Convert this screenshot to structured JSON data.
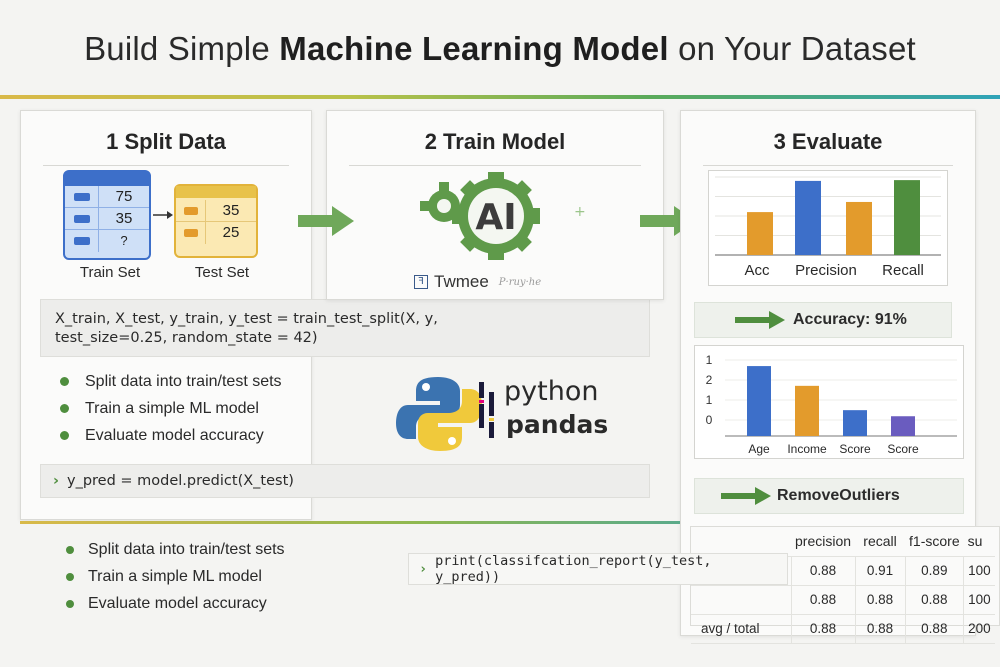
{
  "title": {
    "prefix": "Build Simple ",
    "bold": "Machine Learning Model",
    "suffix": " on Your Dataset"
  },
  "colors": {
    "green": "#4f8e3e",
    "blue": "#3d6fc9",
    "orange": "#e39b2c",
    "yellow": "#e8c24a"
  },
  "split": {
    "heading": "1  Split Data",
    "train_label": "Train Set",
    "test_label": "Test Set",
    "train_values": [
      "75",
      "35",
      "?"
    ],
    "test_values": [
      "35",
      "25"
    ],
    "code_line1": "X_train, X_test, y_train, y_test  =   train_test_split(X, y,",
    "code_line2": "test_size=0.25, random_state = 42)",
    "bullets": [
      "Split data into train/test sets",
      "Train a simple ML model",
      "Evaluate model accuracy"
    ],
    "predict_prompt": "›",
    "predict_code": "y_pred = model.predict(X_test)"
  },
  "train": {
    "heading": "2  Train Model",
    "ai_text": "AI",
    "brand": "Twmee",
    "brand_icon": "ꟻ",
    "brand_faint": "P·ruy·he",
    "python_text": "python",
    "pandas_text": "pandas"
  },
  "evaluate": {
    "heading": "3  Evaluate",
    "accuracy_label": "Accuracy: 91%",
    "remove_label": "RemoveOutliers"
  },
  "chart_data": [
    {
      "type": "bar",
      "title": "",
      "categories": [
        "Acc",
        "Precision",
        "Recall"
      ],
      "bars": [
        {
          "category": "Acc",
          "value": 0.55,
          "color": "#e39b2c"
        },
        {
          "category": "Precision",
          "value": 0.95,
          "color": "#3d6fc9"
        },
        {
          "category": "Precision",
          "value": 0.68,
          "color": "#e39b2c"
        },
        {
          "category": "Recall",
          "value": 0.96,
          "color": "#4f8e3e"
        }
      ],
      "ylim": [
        0,
        1
      ],
      "grid": true
    },
    {
      "type": "bar",
      "title": "",
      "categories": [
        "Age",
        "Income",
        "Score",
        "Score"
      ],
      "values": [
        2.3,
        1.65,
        0.85,
        0.65
      ],
      "colors": [
        "#3d6fc9",
        "#e39b2c",
        "#3d6fc9",
        "#6a5cbf"
      ],
      "ytick_labels": [
        "1",
        "2",
        "1",
        "0"
      ],
      "ylim": [
        0,
        2.5
      ],
      "grid": true
    }
  ],
  "report": {
    "prompt": "›",
    "command": "print(classifcation_report(y_test, y_pred))",
    "headers": [
      "precision",
      "recall",
      "f1-score",
      "su"
    ],
    "rows": [
      {
        "label": "",
        "values": [
          "0.88",
          "0.91",
          "0.89",
          "100"
        ]
      },
      {
        "label": "",
        "values": [
          "0.88",
          "0.88",
          "0.88",
          "100"
        ]
      },
      {
        "label": "avg / total",
        "values": [
          "0.88",
          "0.88",
          "0.88",
          "200"
        ]
      }
    ]
  },
  "bottom_bullets": [
    "Split data into train/test sets",
    "Train a simple ML model",
    "Evaluate model accuracy"
  ]
}
